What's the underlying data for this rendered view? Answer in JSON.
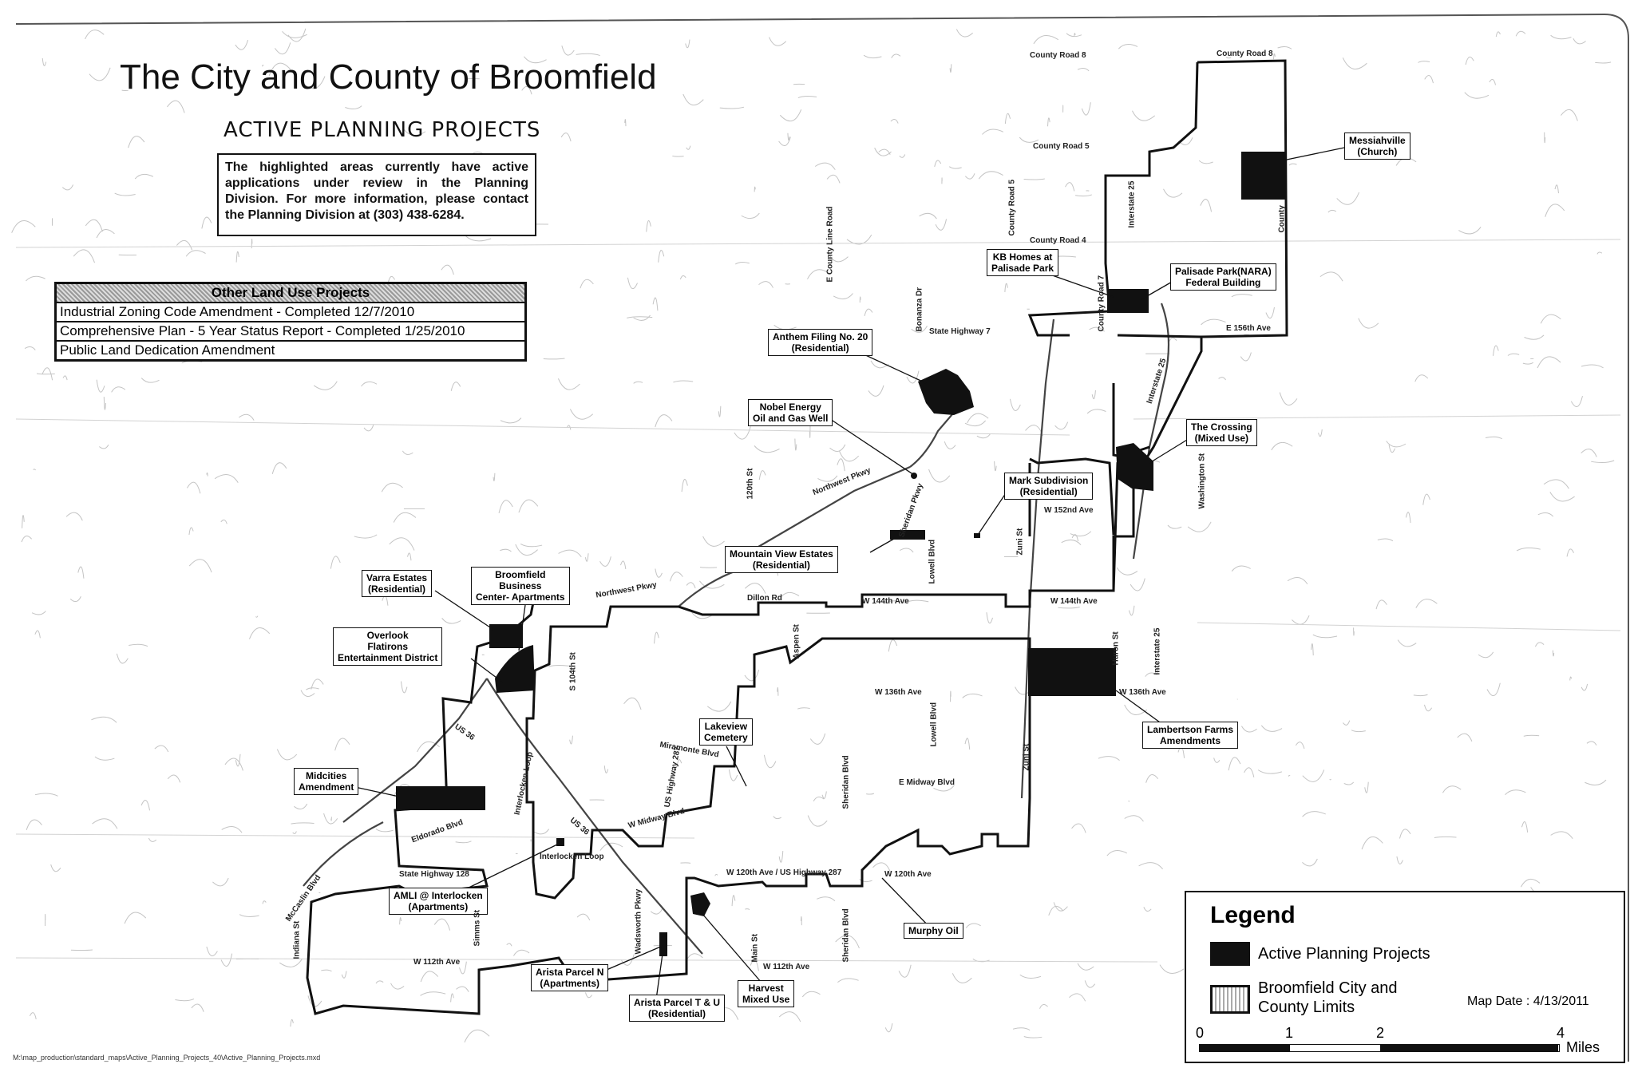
{
  "title": "The City and County of Broomfield",
  "subtitle": "ACTIVE PLANNING PROJECTS",
  "note": "The highlighted areas currently have active applications under review in the Planning Division. For more information, please contact the Planning Division at (303) 438-6284.",
  "other_projects": {
    "header": "Other Land Use Projects",
    "rows": [
      "Industrial Zoning Code Amendment - Completed 12/7/2010",
      "Comprehensive Plan - 5 Year Status Report - Completed 1/25/2010",
      "Public Land Dedication Amendment"
    ]
  },
  "callouts": {
    "messiahville": [
      "Messiahville",
      "(Church)"
    ],
    "palisade_park": [
      "Palisade Park(NARA)",
      "Federal Building"
    ],
    "kb_homes": [
      "KB Homes at",
      "Palisade Park"
    ],
    "anthem": [
      "Anthem Filing No. 20",
      "(Residential)"
    ],
    "nobel": [
      "Nobel Energy",
      "Oil and Gas Well"
    ],
    "crossing": [
      "The Crossing",
      "(Mixed Use)"
    ],
    "mark": [
      "Mark Subdivision",
      "(Residential)"
    ],
    "mountain_view": [
      "Mountain View Estates",
      "(Residential)"
    ],
    "varra": [
      "Varra Estates",
      "(Residential)"
    ],
    "broomfield_business": [
      "Broomfield",
      "Business",
      "Center- Apartments"
    ],
    "overlook": [
      "Overlook",
      "Flatirons",
      "Entertainment District"
    ],
    "lakeview": [
      "Lakeview",
      "Cemetery"
    ],
    "lambertson": [
      "Lambertson Farms",
      "Amendments"
    ],
    "midcities": [
      "Midcities",
      "Amendment"
    ],
    "amli": [
      "AMLI @ Interlocken",
      "(Apartments)"
    ],
    "murphy": [
      "Murphy Oil"
    ],
    "arista_n": [
      "Arista Parcel N",
      "(Apartments)"
    ],
    "arista_tu": [
      "Arista Parcel T & U",
      "(Residential)"
    ],
    "harvest": [
      "Harvest",
      "Mixed Use"
    ]
  },
  "roads": {
    "cr8a": "County Road 8",
    "cr8b": "County Road 8",
    "cr5": "County Road 5",
    "cr4": "County Road 4",
    "sh7": "State Highway 7",
    "e156": "E 156th Ave",
    "w152": "W 152nd Ave",
    "w144a": "W 144th Ave",
    "w144b": "W 144th Ave",
    "w136a": "W 136th Ave",
    "w136b": "W 136th Ave",
    "emidway": "E Midway Blvd",
    "wmidway": "W Midway Blvd",
    "w120": "W 120th Ave / US Highway 287",
    "w120b": "W 120th Ave",
    "w112a": "W 112th Ave",
    "w112b": "W 112th Ave",
    "dillon": "Dillon Rd",
    "nwpkwy1": "Northwest Pkwy",
    "nwpkwy2": "Northwest Pkwy",
    "sh128": "State Highway 128",
    "i25a": "Interstate 25",
    "i25b": "Interstate 25",
    "i25c": "Interstate 25",
    "us36": "US 36",
    "us36b": "US 36",
    "mccaslin": "McCaslin Blvd",
    "indiana": "Indiana St",
    "simms": "Simms St",
    "wadsworth": "Wadsworth Pkwy",
    "main": "Main St",
    "sheridan1": "Sheridan Blvd",
    "sheridan2": "Sheridan Blvd",
    "lowell1": "Lowell Blvd",
    "lowell2": "Lowell Blvd",
    "zuni1": "Zuni St",
    "zuni2": "Zuni St",
    "huron": "Huron St",
    "washington": "Washington St",
    "aspen": "Aspen St",
    "s104": "S 104th St",
    "s120": "120th St",
    "eclr": "E County Line Road",
    "eldorado": "Eldorado Blvd",
    "interlocken1": "Interlocken Loop",
    "interlocken2": "Interlocken Loop",
    "sheridanpkwy": "Sheridan Pkwy",
    "miramonte": "Miramonte Blvd",
    "ush287": "US Highway 287",
    "bonanza": "Bonanza Dr",
    "cr5v": "County Road 5",
    "cr7": "County Road 7",
    "county": "County"
  },
  "legend": {
    "title": "Legend",
    "active": "Active Planning Projects",
    "limits": "Broomfield City and County Limits",
    "map_date": "Map Date : 4/13/2011",
    "scale": [
      "0",
      "1",
      "2",
      "4"
    ],
    "units": "Miles"
  },
  "file_path": "M:\\map_production\\standard_maps\\Active_Planning_Projects_40\\Active_Planning_Projects.mxd",
  "colors": {
    "active_fill": "#111111",
    "boundary": "#111111",
    "streets": "#bbbbbb"
  }
}
